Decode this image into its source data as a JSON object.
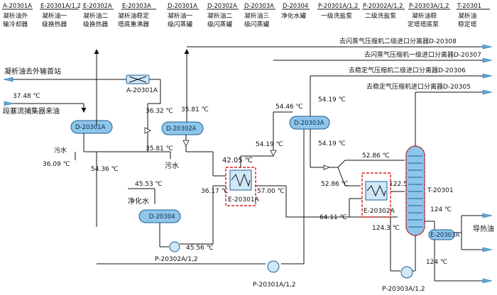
{
  "header": [
    {
      "tag": "A-20301A",
      "desc1": "凝析油外",
      "desc2": "输冷却器"
    },
    {
      "tag": "E-20301A/1,2",
      "desc1": "凝析油一",
      "desc2": "级换热器"
    },
    {
      "tag": "E-20302A",
      "desc1": "凝析油二",
      "desc2": "级换热器"
    },
    {
      "tag": "E-20303A",
      "desc1": "凝析油稳定",
      "desc2": "塔底重沸器"
    },
    {
      "tag": "D-20301A",
      "desc1": "凝析油一",
      "desc2": "级闪蒸罐"
    },
    {
      "tag": "D-20302A",
      "desc1": "凝析油二",
      "desc2": "级闪蒸罐"
    },
    {
      "tag": "D-20303A",
      "desc1": "凝析油三",
      "desc2": "级闪蒸罐"
    },
    {
      "tag": "D-20304",
      "desc1": "净化水罐",
      "desc2": ""
    },
    {
      "tag": "P-20301A/1,2",
      "desc1": "一级洗盐泵",
      "desc2": ""
    },
    {
      "tag": "P-20302A/1,2",
      "desc1": "二级洗盐泵",
      "desc2": ""
    },
    {
      "tag": "P-20303A/1,2",
      "desc1": "凝析油稳",
      "desc2": "定塔塔底泵"
    },
    {
      "tag": "T-20301",
      "desc1": "凝析油",
      "desc2": "稳定塔"
    }
  ],
  "outlets": {
    "d20308": "去闪蒸气压缩机二级进口分离器D-20308",
    "d20307": "去闪蒸气压缩机一级进口分离器D-20307",
    "d20306": "去稳定气压缩机二级进口分离器D-20306",
    "d20305": "去稳定气压缩机进口分离器D-20305"
  },
  "streams": {
    "export_station": "凝析油去外输首站",
    "feed": "段塞流捕集器来油",
    "sewage1": "污水",
    "sewage2": "污水",
    "clean_water": "净化水",
    "heat_oil": "导热油"
  },
  "equipment": {
    "a20301a": "A-20301A",
    "d20301a": "D-20301A",
    "d20302a": "D-20302A",
    "d20303a": "D-20303A",
    "d20304": "D-20304",
    "e20301a": "E-20301A",
    "e20302a": "E-20302A",
    "e20303a": "E-20303A",
    "t20301": "T-20301",
    "p20301": "P-20301A/1,2",
    "p20302": "P-20302A/1,2",
    "p20303": "P-20303A/1,2"
  },
  "temperatures": {
    "t_feed": "37.48 ℃",
    "t_3632": "36.32 ℃",
    "t_3581a": "35.81 ℃",
    "t_3581b": "35.81 ℃",
    "t_3609": "36.09 ℃",
    "t_5436": "54.36 ℃",
    "t_4205": "42.05 ℃",
    "t_3617": "36.17 ℃",
    "t_5700": "57.00 ℃",
    "t_5446": "54.46 ℃",
    "t_5419a": "54.19 ℃",
    "t_5419b": "54.19 ℃",
    "t_5419c": "54.19 ℃",
    "t_4553": "45.53 ℃",
    "t_4556": "45.56 ℃",
    "t_5286a": "52.86 ℃",
    "t_5286b": "52.86 ℃",
    "t_6411": "64.11 ℃",
    "t_1225": "122.5 ℃",
    "t_1243": "124.3 ℃",
    "t_124a": "124 ℃",
    "t_124b": "124 ℃"
  }
}
